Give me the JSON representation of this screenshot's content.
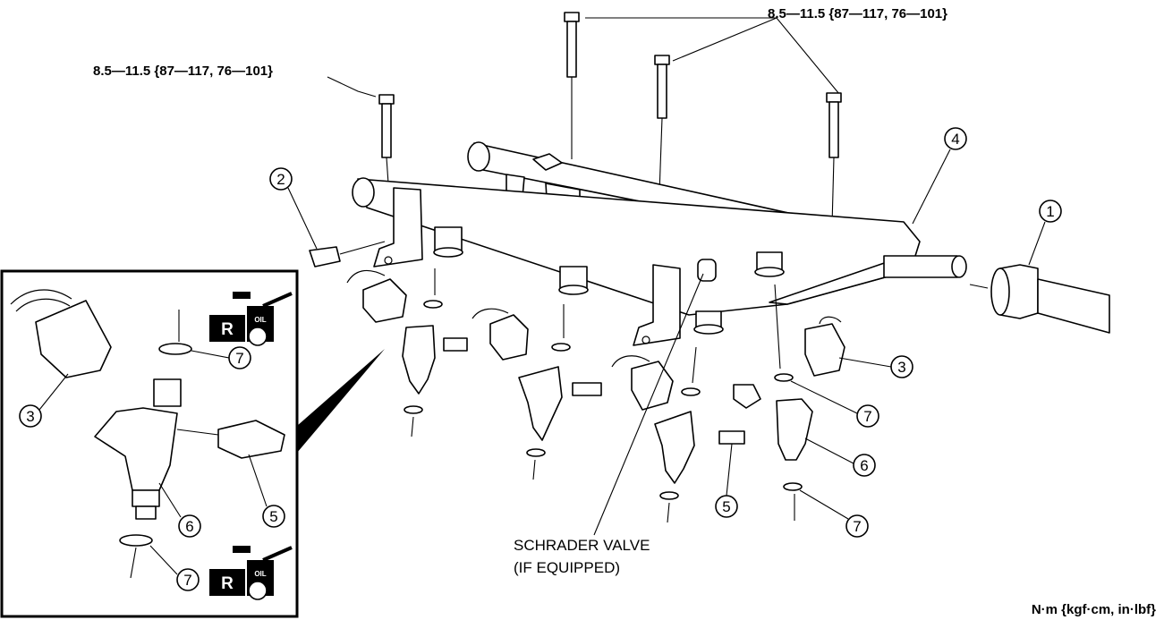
{
  "torque_specs": [
    "8.5—11.5 {87—117, 76—101}",
    "8.5—11.5 {87—117, 76—101}"
  ],
  "callouts": [
    "1",
    "2",
    "3",
    "3",
    "4",
    "5",
    "5",
    "6",
    "6",
    "7",
    "7",
    "7",
    "7"
  ],
  "schrader_note": [
    "SCHRADER VALVE",
    "(IF EQUIPPED)"
  ],
  "units": "N·m {kgf·cm, in·lbf}",
  "replace_badge": "R",
  "oil_label": "OIL"
}
